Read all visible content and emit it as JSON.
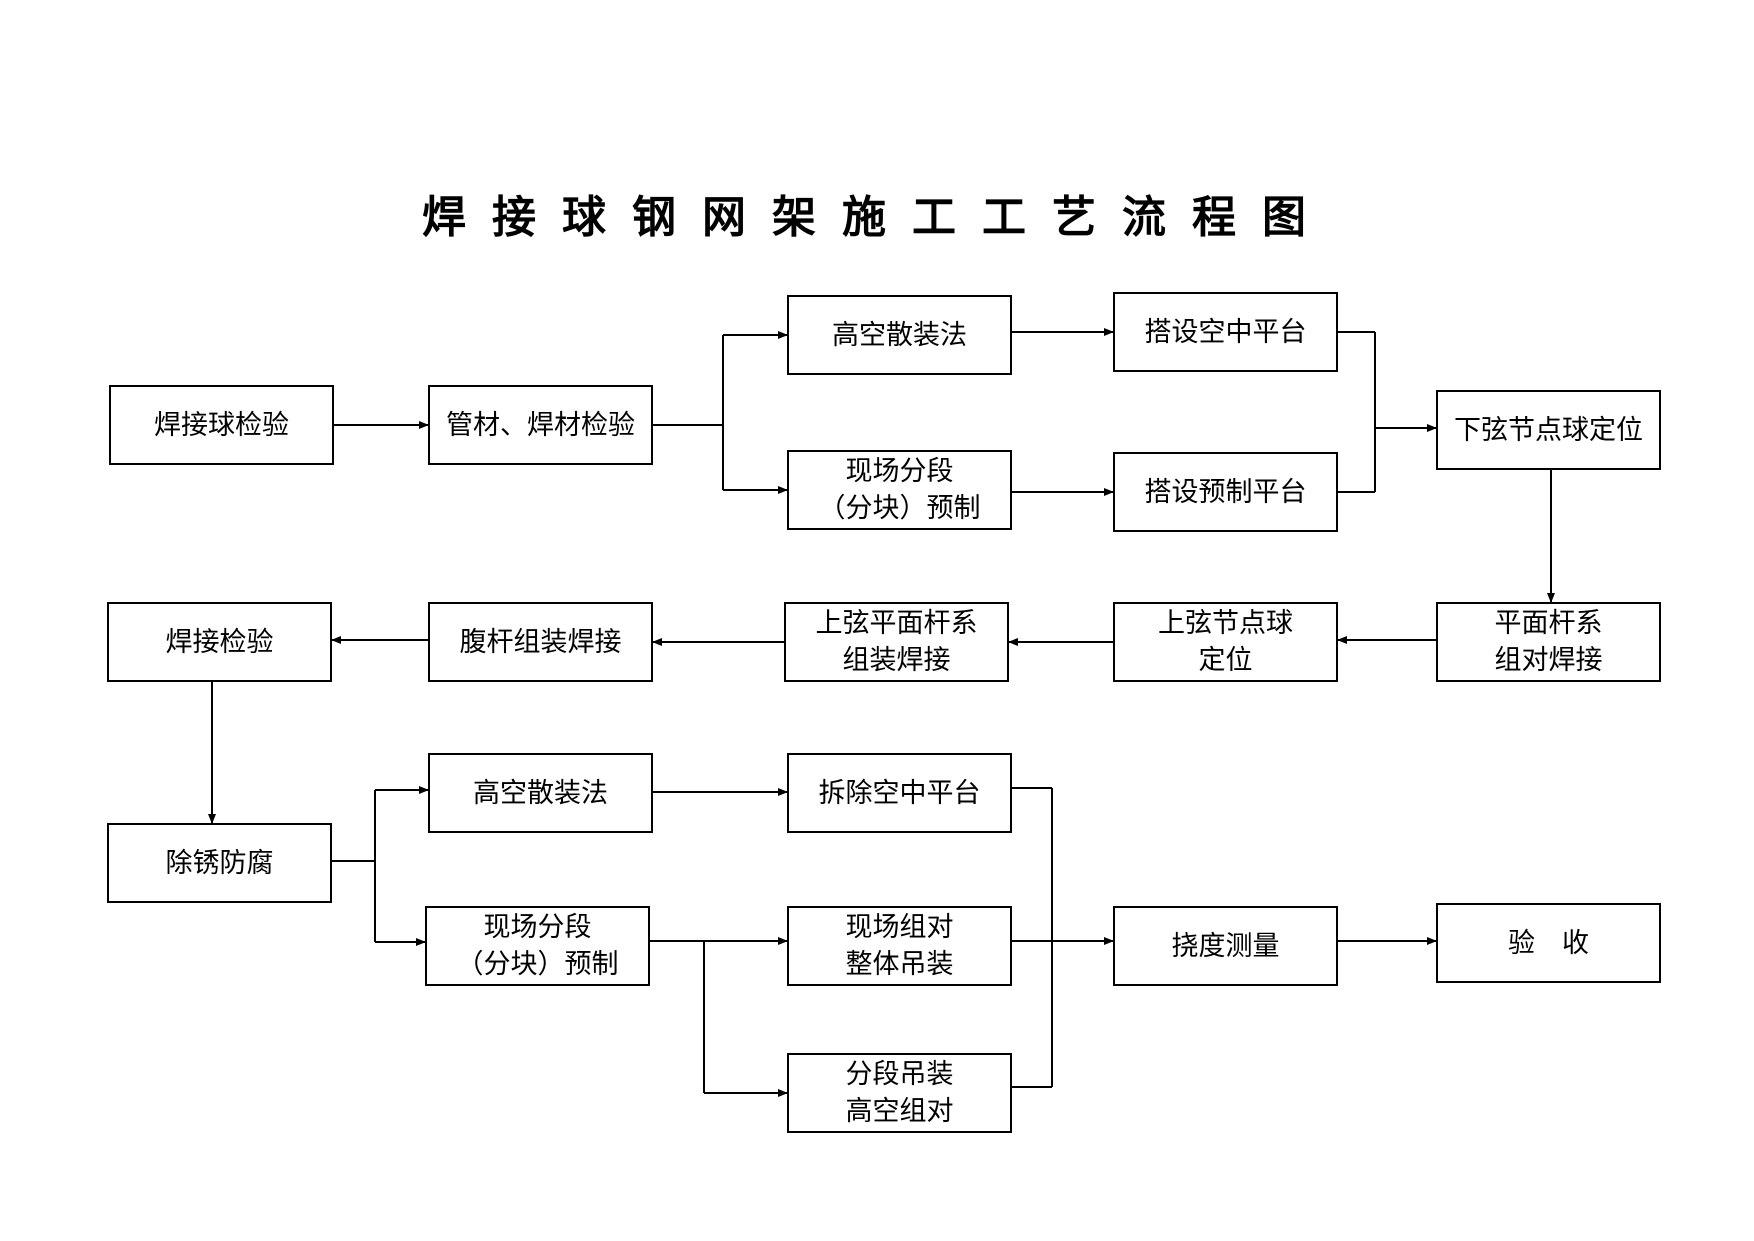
{
  "title": "焊接球钢网架施工工艺流程图",
  "boxes": {
    "b1": {
      "lines": [
        "焊接球检验"
      ]
    },
    "b2": {
      "lines": [
        "管材、焊材检验"
      ]
    },
    "b3": {
      "lines": [
        "高空散装法"
      ]
    },
    "b4": {
      "lines": [
        "现场分段",
        "（分块）预制"
      ]
    },
    "b5": {
      "lines": [
        "搭设空中平台"
      ]
    },
    "b6": {
      "lines": [
        "搭设预制平台"
      ]
    },
    "b7": {
      "lines": [
        "下弦节点球定位"
      ]
    },
    "b8": {
      "lines": [
        "平面杆系",
        "组对焊接"
      ]
    },
    "b9": {
      "lines": [
        "上弦节点球",
        "定位"
      ]
    },
    "b10": {
      "lines": [
        "上弦平面杆系",
        "组装焊接"
      ]
    },
    "b11": {
      "lines": [
        "腹杆组装焊接"
      ]
    },
    "b12": {
      "lines": [
        "焊接检验"
      ]
    },
    "b13": {
      "lines": [
        "除锈防腐"
      ]
    },
    "b14": {
      "lines": [
        "高空散装法"
      ]
    },
    "b15": {
      "lines": [
        "现场分段",
        "（分块）预制"
      ]
    },
    "b16": {
      "lines": [
        "拆除空中平台"
      ]
    },
    "b17": {
      "lines": [
        "现场组对",
        "整体吊装"
      ]
    },
    "b18": {
      "lines": [
        "分段吊装",
        "高空组对"
      ]
    },
    "b19": {
      "lines": [
        "挠度测量"
      ]
    },
    "b20": {
      "lines": [
        "验　收"
      ]
    }
  }
}
